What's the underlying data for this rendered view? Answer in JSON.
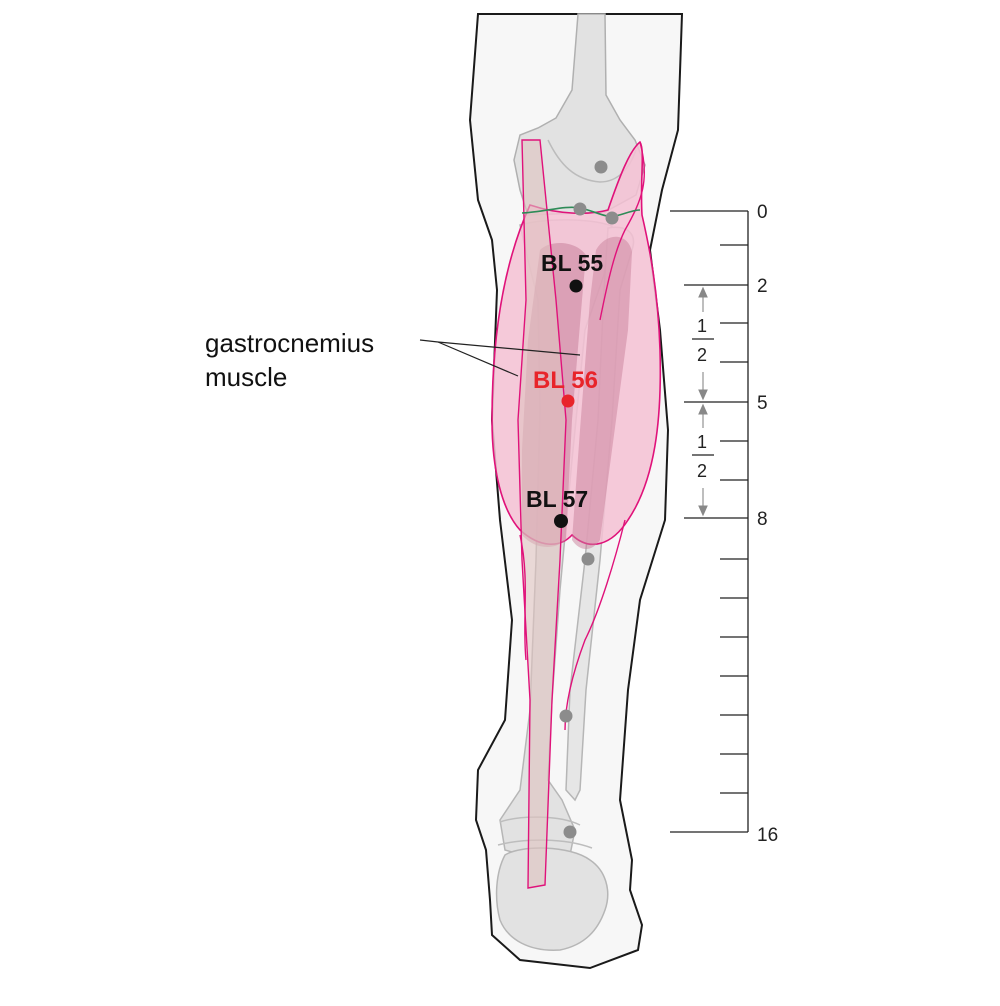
{
  "colors": {
    "skin_outline": "#1a1a1a",
    "bone_fill": "#e2e2e2",
    "bone_stroke": "#b9b9b9",
    "muscle_fill": "#f4c1d4",
    "muscle_stroke": "#e0127a",
    "tendon_fill": "#dfc3c0",
    "marker_gray": "#8c8c8c",
    "acupoint_black": "#111111",
    "acupoint_red": "#e8242a",
    "crease_green": "#2e8b57"
  },
  "label": {
    "line1": "gastrocnemius",
    "line2": "muscle"
  },
  "points": [
    {
      "id": "bl55",
      "label": "BL 55",
      "highlight": false
    },
    {
      "id": "bl56",
      "label": "BL 56",
      "highlight": true
    },
    {
      "id": "bl57",
      "label": "BL 57",
      "highlight": false
    }
  ],
  "scale": {
    "ticks": [
      "0",
      "2",
      "5",
      "8",
      "16"
    ],
    "fraction_upper": {
      "numerator": "1",
      "denominator": "2"
    },
    "fraction_lower": {
      "numerator": "1",
      "denominator": "2"
    }
  }
}
